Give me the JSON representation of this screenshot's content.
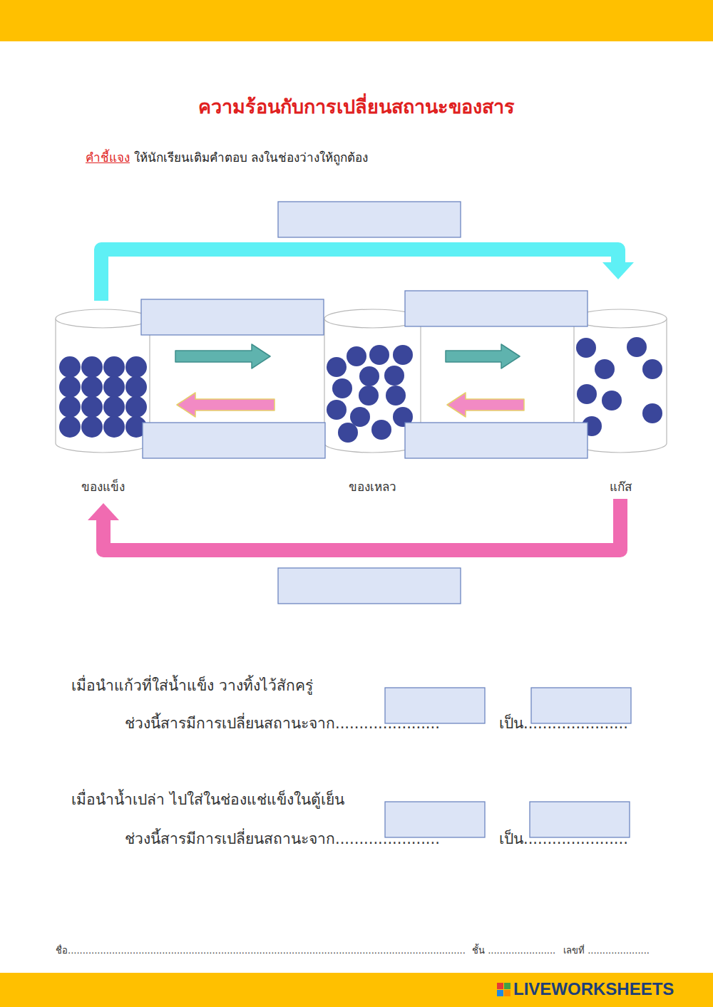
{
  "diagram": {
    "title": "ความร้อนกับการเปลี่ยนสถานะของสาร",
    "nodes": [
      {
        "text": [
          "ของแข็ง"
        ]
      },
      {
        "text": [
          "ของเหลว"
        ]
      },
      {
        "text": [
          "แก๊ส"
        ]
      }
    ],
    "edges": [
      {
        "from": 0,
        "to": 1,
        "arrow": "to"
      },
      {
        "from": 1,
        "to": 0,
        "arrow": "to"
      },
      {
        "from": 1,
        "to": 2,
        "arrow": "to"
      },
      {
        "from": 2,
        "to": 1,
        "arrow": "to"
      },
      {
        "from": 0,
        "to": 2,
        "arrow": "to"
      },
      {
        "from": 2,
        "to": 0,
        "arrow": "to"
      }
    ],
    "labels": [
      "คำชี้แจง",
      "ให้นักเรียนเติมคำตอบ ลงในช่องว่างให้ถูกต้อง",
      "เมื่อนำแก้วที่ใส่น้ำแข็ง  วางทิ้งไว้สักครู่",
      "ช่วงนี้สารมีการเปลี่ยนสถานะจาก......................",
      "เป็น......................",
      "เมื่อนำน้ำเปล่า  ไปใส่ในช่องแช่แข็งในตู้เย็น",
      "ช่วงนี้สารมีการเปลี่ยนสถานะจาก......................",
      "เป็น......................",
      "ชื่อ.......................................................................................................................................",
      "ชั้น .......................",
      "เลขที่ .....................",
      "LIVEWORKSHEETS"
    ]
  }
}
